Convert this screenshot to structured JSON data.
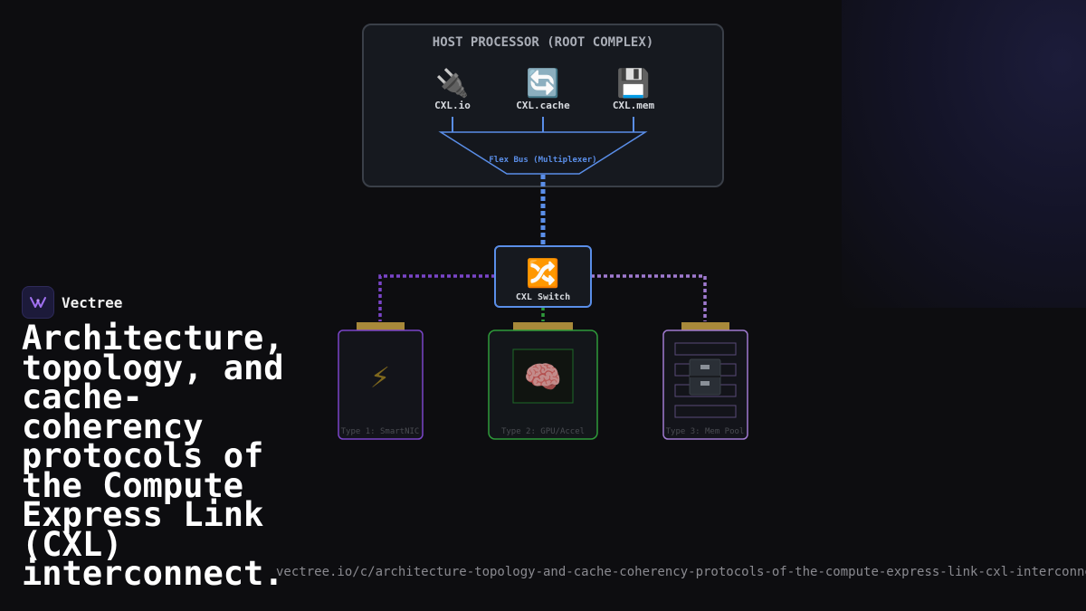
{
  "diagram": {
    "host": {
      "title": "HOST PROCESSOR (ROOT COMPLEX)",
      "protocols": [
        {
          "label": "CXL.io",
          "icon": "plug-icon",
          "glyph": "🔌"
        },
        {
          "label": "CXL.cache",
          "icon": "refresh-icon",
          "glyph": "🔄"
        },
        {
          "label": "CXL.mem",
          "icon": "floppy-disk-icon",
          "glyph": "💾"
        }
      ],
      "mux_label": "Flex Bus (Multiplexer)"
    },
    "switch": {
      "label": "CXL Switch",
      "icon": "shuffle-icon",
      "glyph": "🔀"
    },
    "devices": [
      {
        "label": "Type 1: SmartNIC",
        "icon": "lightning-icon",
        "glyph": "⚡"
      },
      {
        "label": "Type 2: GPU/Accel",
        "icon": "brain-icon",
        "glyph": "🧠"
      },
      {
        "label": "Type 3: Mem Pool",
        "icon": "file-cabinet-icon",
        "glyph": "🗄"
      }
    ],
    "colors": {
      "host_border": "#3a3f48",
      "bus": "#5a8ee8",
      "type1": "#7a45c8",
      "type2": "#2e9a3a",
      "type3": "#a07ad0",
      "connector": "#a8893a"
    }
  },
  "branding": {
    "name": "Vectree",
    "logo_icon": "vectree-logo-icon"
  },
  "headline": "Architecture, topology, and cache-coherency protocols of the Compute Express Link (CXL) interconnect.",
  "url": "vectree.io/c/architecture-topology-and-cache-coherency-protocols-of-the-compute-express-link-cxl-interconnect"
}
